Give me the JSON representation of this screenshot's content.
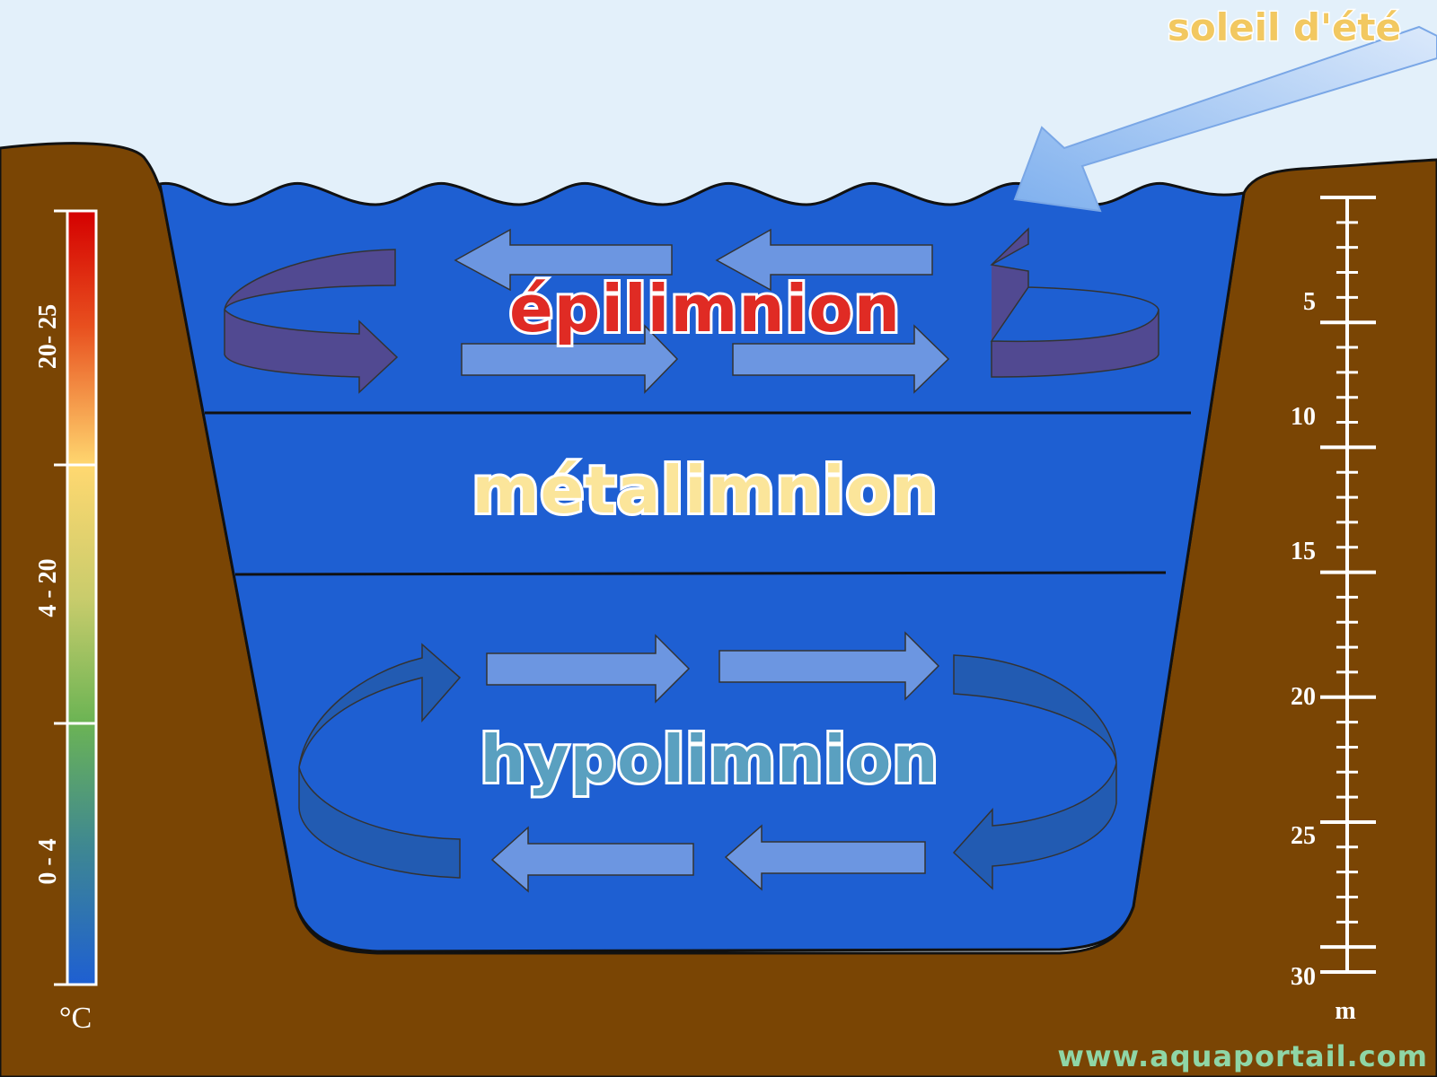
{
  "sun": {
    "label": "soleil d'été"
  },
  "layers": [
    {
      "name": "épilimnion",
      "fill": "#e02b24",
      "outline": "#ffffff"
    },
    {
      "name": "métalimnion",
      "fill": "#fbe59a",
      "outline": "#ffffff"
    },
    {
      "name": "hypolimnion",
      "fill": "#5aa0c0",
      "outline": "#ffffff"
    }
  ],
  "temperature_scale": {
    "unit": "°C",
    "ranges": [
      "20- 25",
      "4 - 20",
      "0 - 4"
    ]
  },
  "depth_scale": {
    "unit": "m",
    "ticks": [
      "5",
      "10",
      "15",
      "20",
      "25",
      "30"
    ]
  },
  "website": "www.aquaportail.com",
  "colors": {
    "sky": "#e3f0fa",
    "earth": "#7a4504",
    "warm_water": "#d40000",
    "mid_water": "#e6d870",
    "cold_water": "#1f5fd0"
  }
}
